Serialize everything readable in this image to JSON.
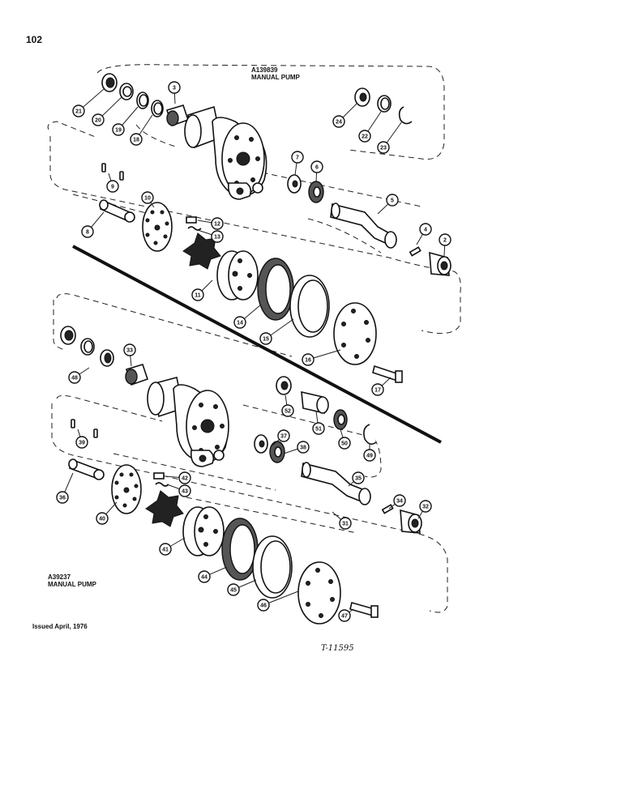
{
  "page": {
    "page_number": "102",
    "drawing_number": "T-11595",
    "issue_note": "Issued April, 1976"
  },
  "assemblies": [
    {
      "part_no": "A139839",
      "name": "MANUAL PUMP"
    },
    {
      "part_no": "A39237",
      "name": "MANUAL PUMP"
    }
  ],
  "callouts": {
    "top": [
      "21",
      "20",
      "19",
      "18",
      "3",
      "24",
      "22",
      "23",
      "7",
      "6",
      "9",
      "10",
      "12",
      "13",
      "5",
      "4",
      "2",
      "8",
      "11",
      "14",
      "15",
      "16",
      "17"
    ],
    "bottom": [
      "33",
      "48",
      "52",
      "51",
      "50",
      "49",
      "37",
      "38",
      "39",
      "42",
      "43",
      "35",
      "34",
      "32",
      "36",
      "40",
      "41",
      "31",
      "44",
      "45",
      "46",
      "47"
    ]
  },
  "colors": {
    "ink": "#111111",
    "paper": "#ffffff"
  }
}
